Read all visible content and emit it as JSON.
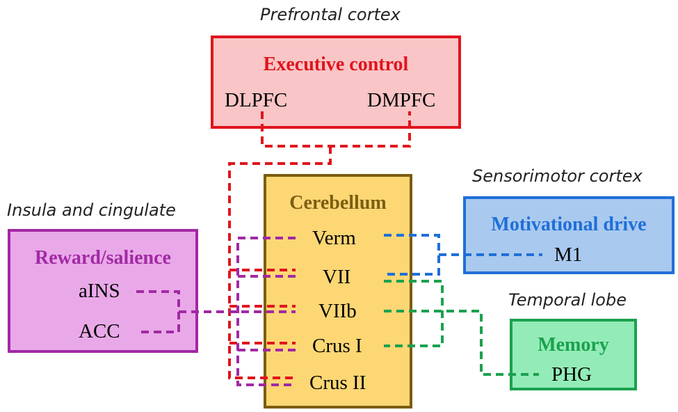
{
  "regions": {
    "prefrontal": "Prefrontal cortex",
    "insula": "Insula and cingulate",
    "sensorimotor": "Sensorimotor cortex",
    "temporal": "Temporal lobe"
  },
  "executive": {
    "title": "Executive control",
    "left_node": "DLPFC",
    "right_node": "DMPFC"
  },
  "reward": {
    "title": "Reward/salience",
    "nodes": [
      "aINS",
      "ACC"
    ]
  },
  "cerebellum": {
    "title": "Cerebellum",
    "nodes": [
      "Verm",
      "VII",
      "VIIb",
      "Crus I",
      "Crus II"
    ]
  },
  "motivational": {
    "title": "Motivational drive",
    "node": "M1"
  },
  "memory": {
    "title": "Memory",
    "node": "PHG"
  },
  "colors": {
    "executive_border": "#e0141d",
    "executive_fill": "#f9c5c6",
    "reward_border": "#a129a4",
    "reward_fill": "#e9a9e8",
    "cerebellum_border": "#7b5e12",
    "cerebellum_fill": "#fdd774",
    "cerebellum_title": "#7b5e12",
    "motivational_border": "#1f6fd8",
    "motivational_fill": "#a9c9ee",
    "memory_border": "#1ba14f",
    "memory_fill": "#93ecb7",
    "red_link": "#e0141d",
    "purple_link": "#a129a4",
    "blue_link": "#1f6fd8",
    "green_link": "#1ba14f"
  }
}
